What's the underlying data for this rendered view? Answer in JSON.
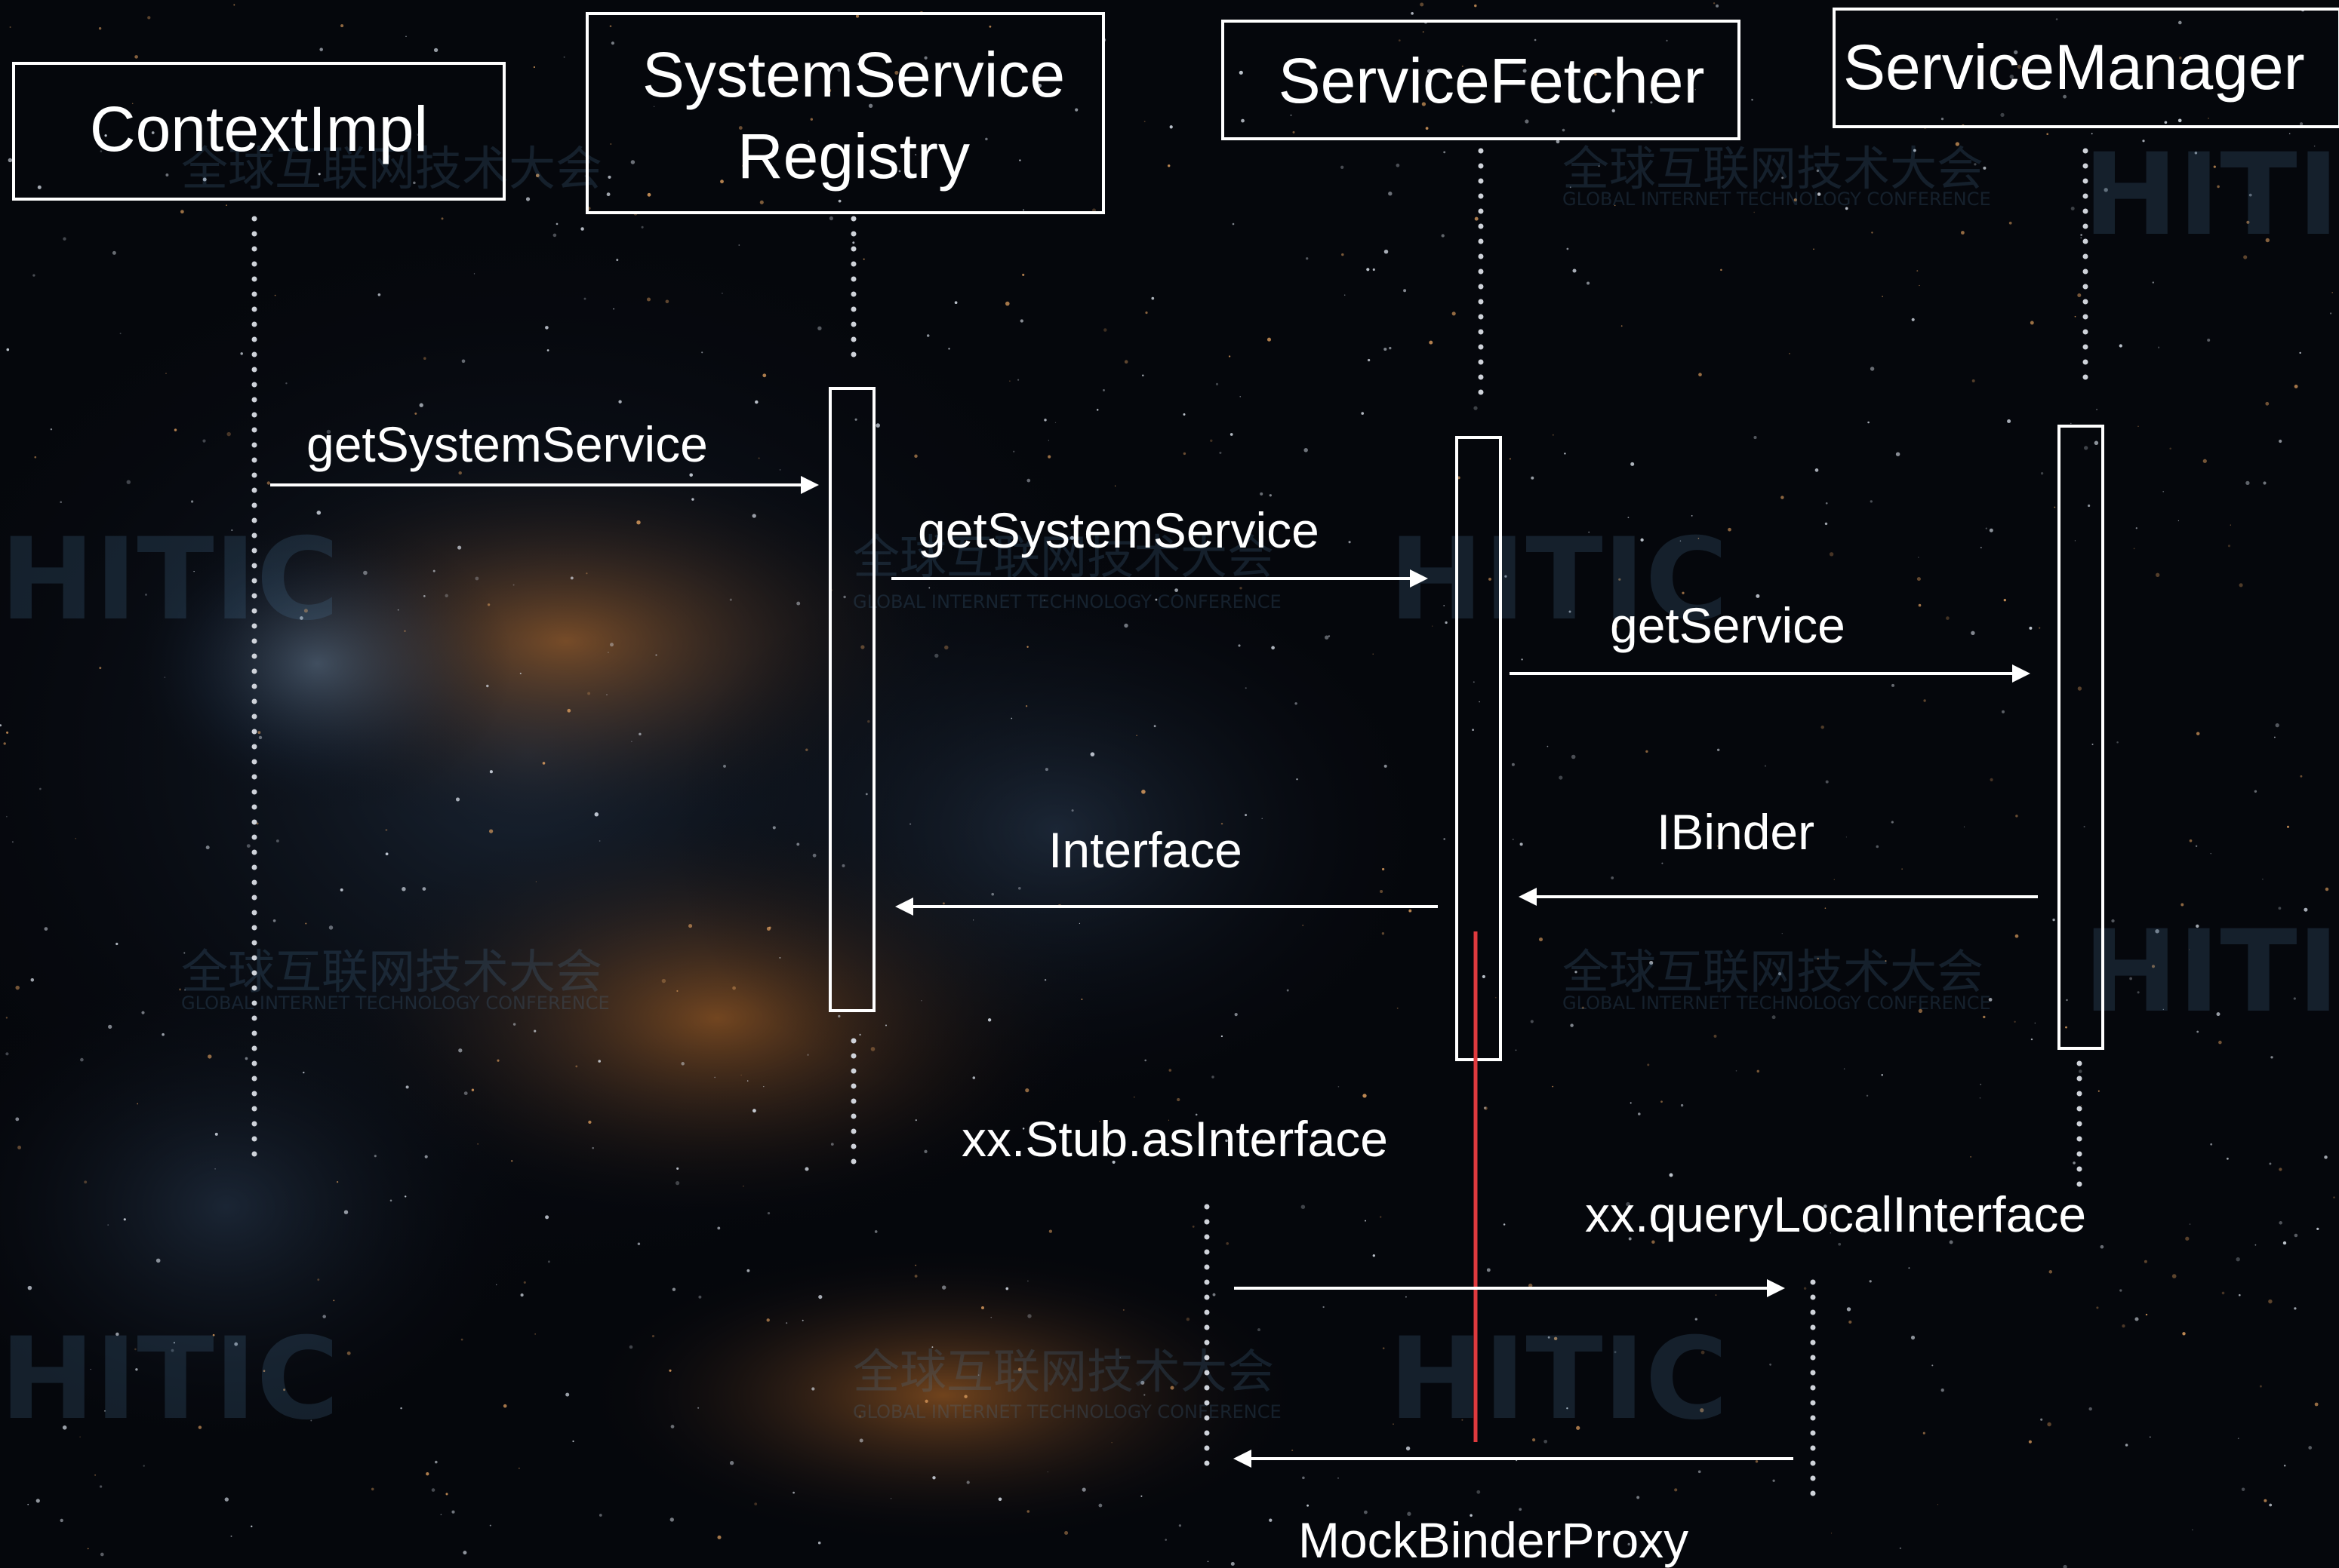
{
  "participants": [
    {
      "id": "ctx",
      "label_lines": [
        "ContextImpl"
      ]
    },
    {
      "id": "ssr",
      "label_lines": [
        "SystemService",
        "Registry"
      ]
    },
    {
      "id": "sf",
      "label_lines": [
        "ServiceFetcher"
      ]
    },
    {
      "id": "sm",
      "label_lines": [
        "ServiceManager"
      ]
    }
  ],
  "messages": [
    {
      "id": "m1",
      "label": "getSystemService",
      "direction": "right"
    },
    {
      "id": "m2",
      "label": "getSystemService",
      "direction": "right"
    },
    {
      "id": "m3",
      "label": "getService",
      "direction": "right"
    },
    {
      "id": "m4",
      "label": "IBinder",
      "direction": "left"
    },
    {
      "id": "m5",
      "label": "Interface",
      "direction": "left"
    },
    {
      "id": "m6",
      "label": "xx.Stub.asInterface",
      "direction": "none"
    },
    {
      "id": "m7",
      "label": "xx.queryLocalInterface",
      "direction": "right"
    },
    {
      "id": "m8",
      "label": "MockBinderProxy",
      "direction": "left"
    }
  ],
  "watermark": {
    "cn": "全球互联网技术大会",
    "en": "GLOBAL INTERNET TECHNOLOGY CONFERENCE",
    "logo": "HITIC"
  },
  "colors": {
    "background": "#05070c",
    "line": "#ffffff",
    "highlight": "#e03a3e",
    "watermark": "#4d7ba0"
  }
}
